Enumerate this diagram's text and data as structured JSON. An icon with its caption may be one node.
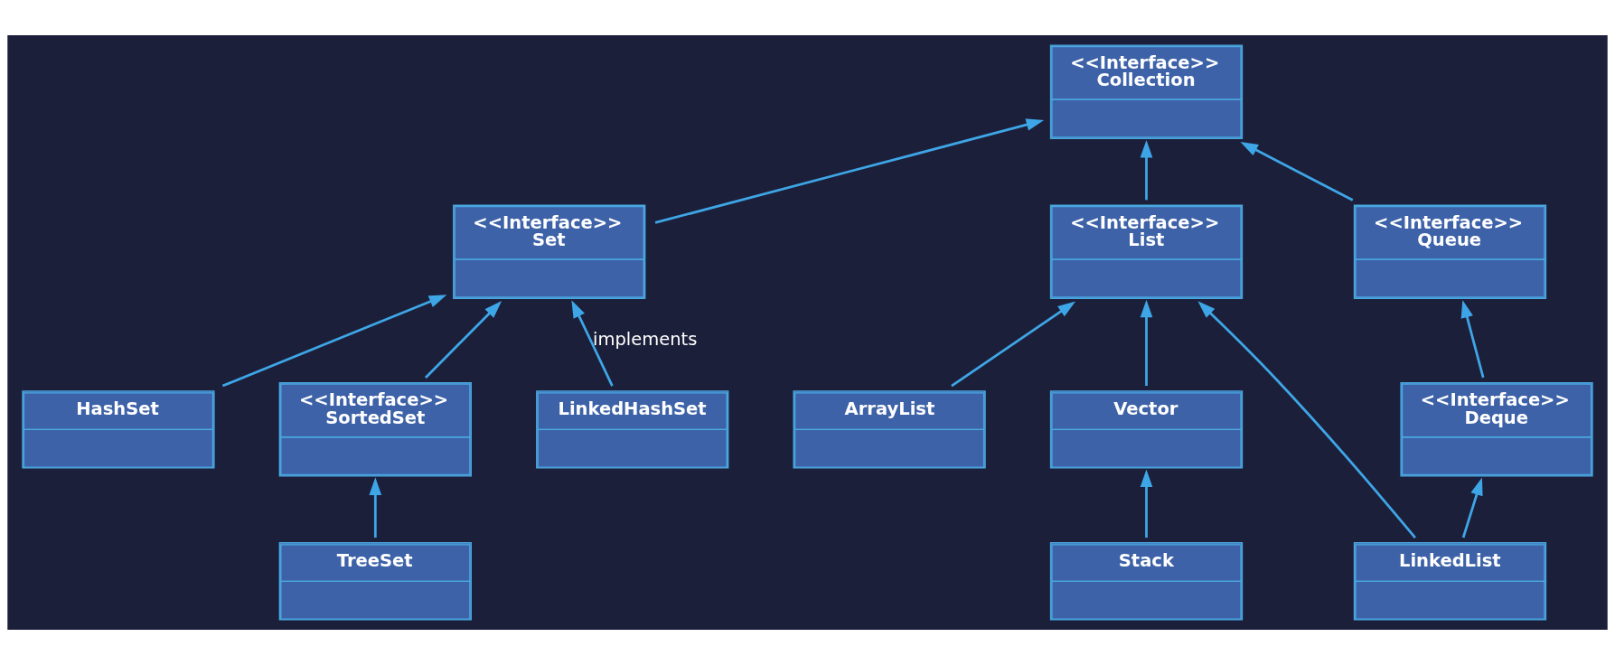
{
  "diagram": {
    "nodes": [
      {
        "text": [
          "<<Interface>>",
          "Collection"
        ]
      },
      {
        "text": [
          "<<Interface>>",
          "Set"
        ]
      },
      {
        "text": [
          "<<Interface>>",
          "List"
        ]
      },
      {
        "text": [
          "HashSet"
        ]
      },
      {
        "text": [
          "<<Interface>>",
          "SortedSet"
        ]
      },
      {
        "text": [
          "<<Interface>>",
          "Queue"
        ]
      },
      {
        "text": [
          "ArrayList"
        ]
      },
      {
        "text": [
          "Vector"
        ]
      },
      {
        "text": [
          "TreeSet"
        ]
      },
      {
        "text": [
          "LinkedHashSet"
        ]
      },
      {
        "text": [
          "<<Interface>>",
          "Deque"
        ]
      },
      {
        "text": [
          "Stack"
        ]
      },
      {
        "text": [
          "LinkedList"
        ]
      }
    ],
    "edges": [
      {
        "from": 1,
        "to": 0,
        "arrow": "to"
      },
      {
        "from": 5,
        "to": 0,
        "arrow": "to"
      },
      {
        "from": 2,
        "to": 0,
        "arrow": "to"
      },
      {
        "from": 3,
        "to": 1,
        "arrow": "to"
      },
      {
        "from": 4,
        "to": 1,
        "arrow": "to"
      },
      {
        "from": 9,
        "to": 1,
        "arrow": "to",
        "label": "implements"
      },
      {
        "from": 8,
        "to": 4,
        "arrow": "to"
      },
      {
        "from": 10,
        "to": 5,
        "arrow": "to"
      },
      {
        "from": 12,
        "to": 10,
        "arrow": "to"
      },
      {
        "from": 12,
        "to": 2,
        "arrow": "to"
      },
      {
        "from": 7,
        "to": 2,
        "arrow": "to"
      },
      {
        "from": 6,
        "to": 2,
        "arrow": "to"
      },
      {
        "from": 11,
        "to": 7,
        "arrow": "to"
      }
    ]
  }
}
